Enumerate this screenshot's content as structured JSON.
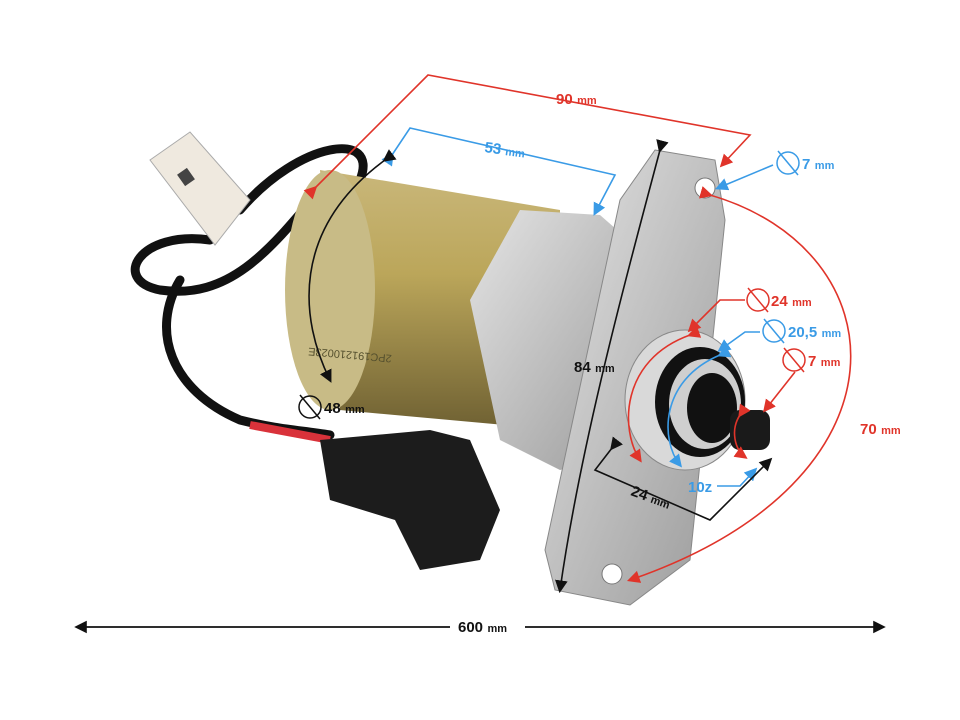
{
  "colors": {
    "red": "#e0342a",
    "blue": "#3a9be6",
    "black": "#111111"
  },
  "dimensions": {
    "overall_length": {
      "value": "90",
      "unit": "mm"
    },
    "housing_length": {
      "value": "53",
      "unit": "mm"
    },
    "mount_hole_diameter": {
      "value": "7",
      "unit": "mm"
    },
    "flange_outer_diameter": {
      "value": "24",
      "unit": "mm"
    },
    "flange_inner_diameter": {
      "value": "20,5",
      "unit": "mm"
    },
    "shaft_diameter": {
      "value": "7",
      "unit": "mm"
    },
    "mount_height": {
      "value": "84",
      "unit": "mm"
    },
    "hole_spacing": {
      "value": "70",
      "unit": "mm"
    },
    "body_diameter": {
      "value": "48",
      "unit": "mm"
    },
    "shaft_length": {
      "value": "24",
      "unit": "mm"
    },
    "gear_teeth": {
      "value": "10z"
    },
    "cable_length": {
      "value": "600",
      "unit": "mm"
    }
  },
  "stamp_text": "2PC191210023E"
}
